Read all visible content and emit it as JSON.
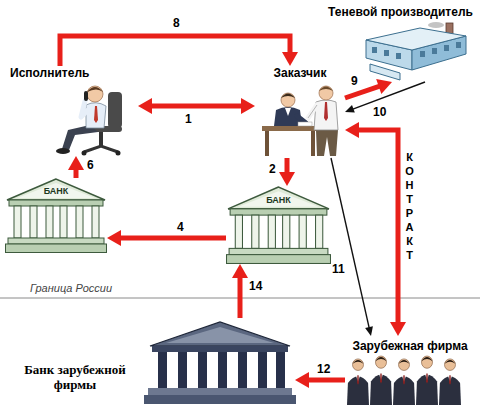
{
  "diagram": {
    "nodes": [
      {
        "text": [
          "Исполнитель"
        ]
      },
      {
        "text": [
          "Заказчик"
        ]
      },
      {
        "text": [
          "Теневой производитель"
        ]
      },
      {
        "text": [
          "БАНК"
        ]
      },
      {
        "text": [
          "БАНК"
        ]
      },
      {
        "text": [
          "Зарубежная фирма"
        ]
      },
      {
        "text": [
          "Банк зарубежной фирмы"
        ]
      }
    ],
    "edges": [
      {
        "from": 0,
        "to": 1,
        "arrow": "to",
        "label": "8"
      },
      {
        "from": 0,
        "to": 1,
        "arrow": "both",
        "label": "1"
      },
      {
        "from": 1,
        "to": 2,
        "arrow": "to",
        "label": "9"
      },
      {
        "from": 2,
        "to": 1,
        "arrow": "to",
        "label": "10"
      },
      {
        "from": 1,
        "to": 4,
        "arrow": "to",
        "label": "2"
      },
      {
        "from": 4,
        "to": 3,
        "arrow": "to",
        "label": "4"
      },
      {
        "from": 3,
        "to": 0,
        "arrow": "to",
        "label": "6"
      },
      {
        "from": 1,
        "to": 5,
        "arrow": "both",
        "label": "КОНТРАКТ"
      },
      {
        "from": 1,
        "to": 5,
        "arrow": "to",
        "label": "11"
      },
      {
        "from": 5,
        "to": 6,
        "arrow": "to",
        "label": "12"
      },
      {
        "from": 6,
        "to": 4,
        "arrow": "to",
        "label": "14"
      }
    ],
    "labels": [
      "Граница России"
    ]
  }
}
